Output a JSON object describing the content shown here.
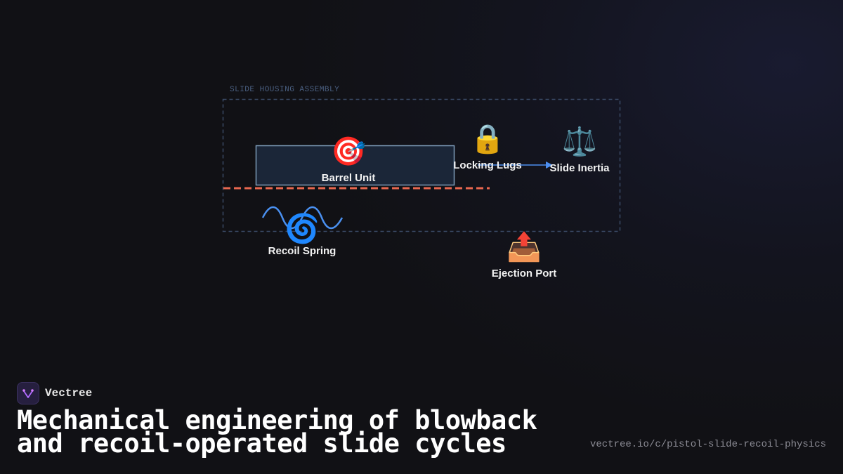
{
  "diagram": {
    "group_label": "SLIDE HOUSING ASSEMBLY",
    "nodes": {
      "barrel": {
        "icon": "🎯",
        "icon_name": "target-icon",
        "label": "Barrel Unit"
      },
      "locking_lugs": {
        "icon": "🔒",
        "icon_name": "lock-icon",
        "label": "Locking Lugs"
      },
      "slide_inertia": {
        "icon": "⚖️",
        "icon_name": "balance-scale-icon",
        "label": "Slide Inertia"
      },
      "recoil_spring": {
        "icon": "🌀",
        "icon_name": "spiral-icon",
        "label": "Recoil Spring"
      },
      "ejection_port": {
        "icon": "📤",
        "icon_name": "outbox-tray-icon",
        "label": "Ejection Port"
      }
    },
    "colors": {
      "group_border": "#3a4a66",
      "barrel_fill": "#1b2638",
      "barrel_border": "#7d9bb8",
      "dashed_line": "#e8674f",
      "arrow": "#4d8ff0",
      "spring_wave": "#4a90f0"
    }
  },
  "footer": {
    "brand_name": "Vectree",
    "headline": "Mechanical engineering of blowback and recoil-operated slide cycles",
    "url": "vectree.io/c/pistol-slide-recoil-physics"
  }
}
